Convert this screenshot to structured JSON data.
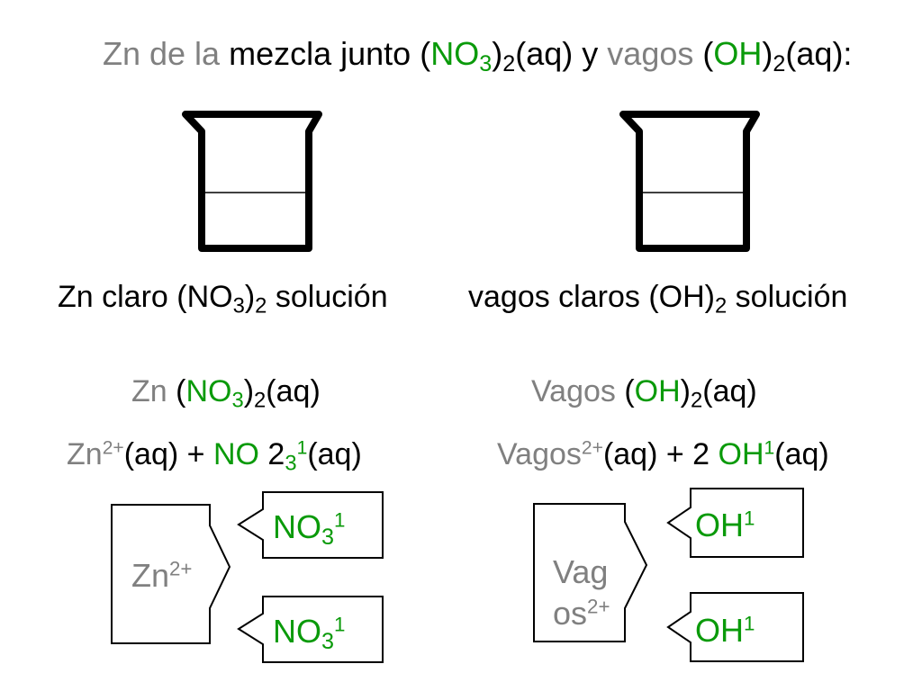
{
  "title": {
    "zn": "Zn de la",
    "mid": "mezcla junto",
    "p_open1": "(",
    "no": "NO",
    "three": "3",
    "p_close1": ")",
    "two": "2",
    "aq_y": "(aq) y",
    "vagos": "vagos",
    "p_open2": "(",
    "oh": "OH",
    "p_close2": ")",
    "two2": "2",
    "aq_end": "(aq):"
  },
  "beakers": [
    {
      "label_pre": "Zn claro (NO",
      "label_sub1": "3",
      "label_mid": ")",
      "label_sub2": "2",
      "label_post": " solución"
    },
    {
      "label_pre": "vagos claros (OH)",
      "label_sub": "2",
      "label_post": " solución"
    }
  ],
  "left_eq": {
    "line1": {
      "zn": "Zn",
      "p_open": "(",
      "no": "NO",
      "sub3": "3",
      "p_close": ")",
      "sub2": "2",
      "aq": "(aq)"
    },
    "line2": {
      "zn": "Zn",
      "charge": "2+",
      "aq": "(aq)",
      "plus": "+",
      "no": "NO",
      "coef": "2",
      "sub3": "3",
      "sup1": "1",
      "aq2": "(aq)"
    }
  },
  "right_eq": {
    "line1": {
      "vagos": "Vagos",
      "p_open": "(",
      "oh": "OH",
      "p_close": ")",
      "sub2": "2",
      "aq": "(aq)"
    },
    "line2": {
      "vagos": "Vagos",
      "charge": "2+",
      "aq": "(aq)",
      "plus": "+",
      "coef": "2",
      "oh": "OH",
      "sup1": "1",
      "aq2": "(aq)"
    }
  },
  "tiles": {
    "zn_cation": {
      "name": "Zn",
      "charge": "2+"
    },
    "nitrate_top": {
      "name": "NO",
      "sub": "3",
      "charge": "1"
    },
    "nitrate_bottom": {
      "name": "NO",
      "sub": "3",
      "charge": "1"
    },
    "vagos_cation": {
      "line1": "Vag",
      "line2": "os",
      "charge": "2+"
    },
    "hydroxide_top": {
      "name": "OH",
      "charge": "1"
    },
    "hydroxide_bottom": {
      "name": "OH",
      "charge": "1"
    }
  },
  "colors": {
    "gray": "#808080",
    "green": "#0a9a0a",
    "black": "#000000"
  }
}
